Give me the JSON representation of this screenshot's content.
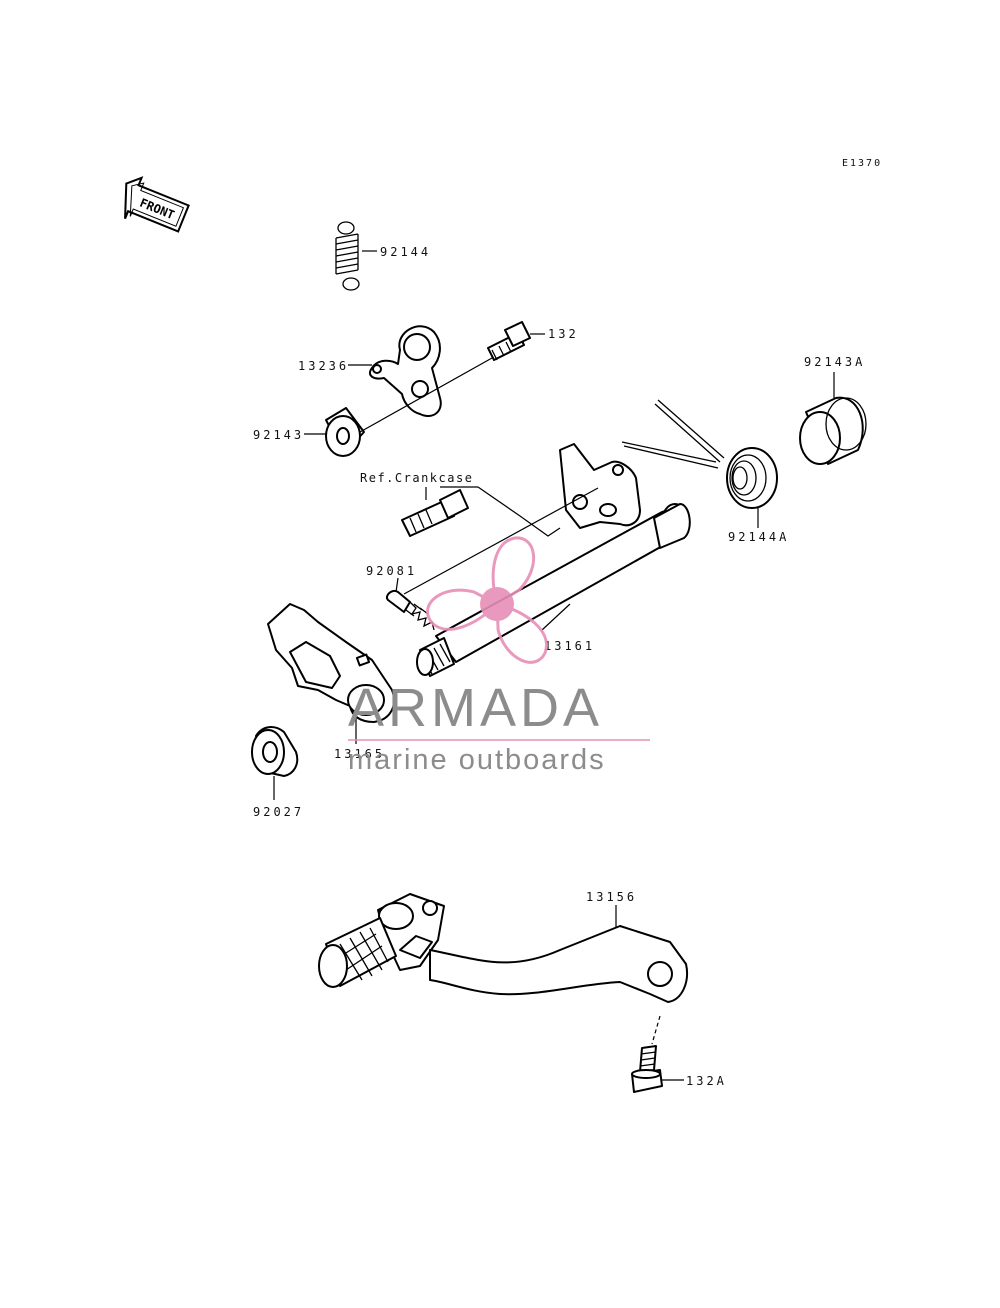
{
  "diagram_code": "E1370",
  "front_label": "FRONT",
  "labels": {
    "p92144": "92144",
    "p132": "132",
    "p13236": "13236",
    "p92143": "92143",
    "p92143A": "92143A",
    "ref_crankcase": "Ref.Crankcase",
    "p92144A": "92144A",
    "p92081": "92081",
    "p13161": "13161",
    "p13165": "13165",
    "p92027": "92027",
    "p13156": "13156",
    "p132A": "132A"
  },
  "watermark": {
    "brand": "ARMADA",
    "tagline": "marine outboards",
    "colors": {
      "logo": "#e78fb8",
      "text": "#8c8c8c"
    }
  }
}
